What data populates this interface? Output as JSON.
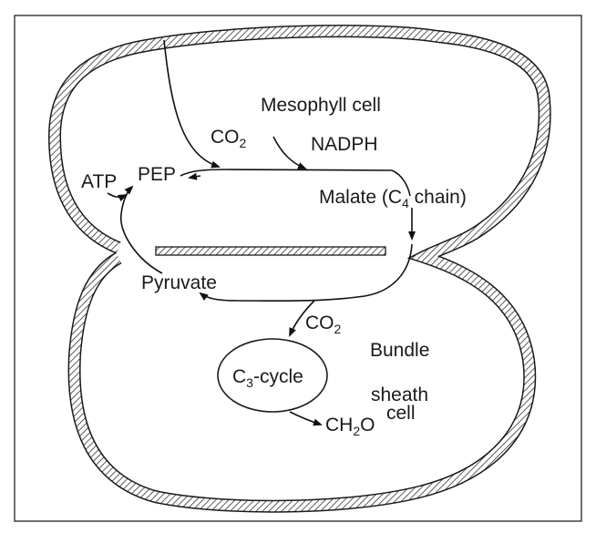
{
  "labels": {
    "mesophyll": "Mesophyll cell",
    "co2_top": "CO",
    "co2_top_sub": "2",
    "nadph": "NADPH",
    "atp": "ATP",
    "pep": "PEP",
    "malate_a": "Malate (C",
    "malate_sub": "4",
    "malate_b": " chain)",
    "pyruvate": "Pyruvate",
    "co2_bottom": "CO",
    "co2_bottom_sub": "2",
    "bundle": "Bundle",
    "sheath": "sheath",
    "cell": "cell",
    "c3_pre": "C",
    "c3_sub": "3",
    "c3_post": "-cycle",
    "ch2o_a": "CH",
    "ch2o_sub": "2",
    "ch2o_b": "O"
  }
}
